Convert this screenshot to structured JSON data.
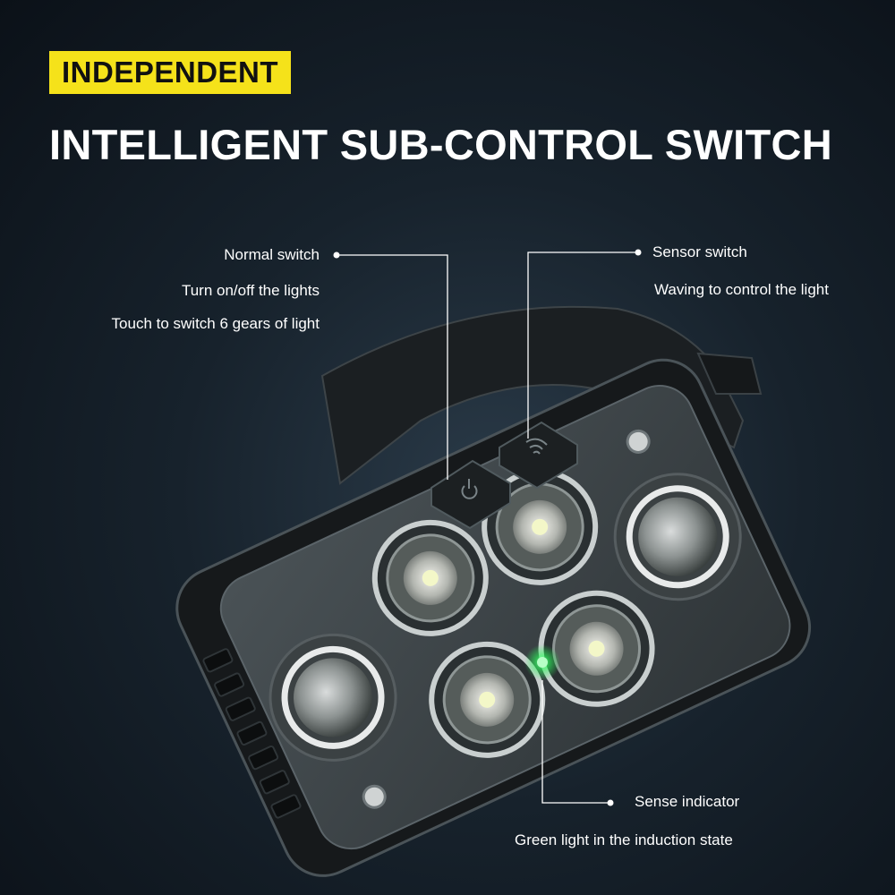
{
  "badge": "INDEPENDENT",
  "headline": "INTELLIGENT SUB-CONTROL SWITCH",
  "normal_switch": {
    "title": "Normal switch",
    "line1": "Turn on/off the lights",
    "line2": "Touch to switch 6 gears of light"
  },
  "sensor_switch": {
    "title": "Sensor switch",
    "line1": "Waving to control the light"
  },
  "sense_indicator": {
    "title": "Sense indicator",
    "line1": "Green light in the induction state"
  },
  "colors": {
    "badge_bg": "#f5e21a",
    "background": "#17222c",
    "indicator": "#37ff5a"
  },
  "icons": [
    "power-icon",
    "wave-sensor-icon"
  ]
}
